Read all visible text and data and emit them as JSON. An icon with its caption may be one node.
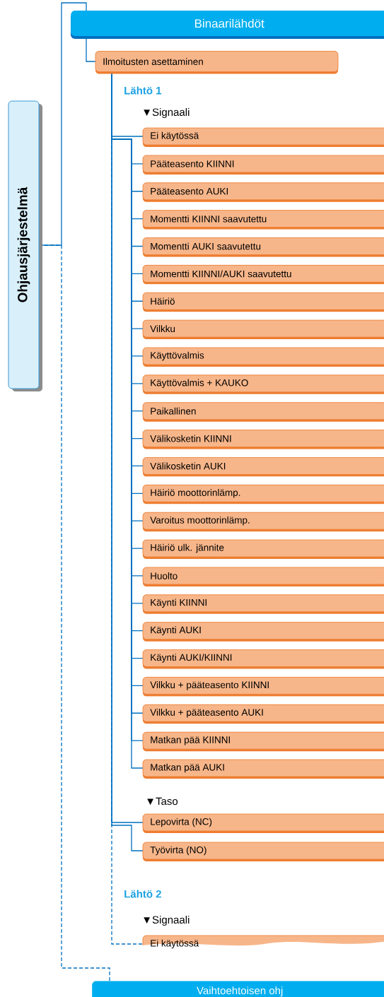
{
  "diagram": {
    "nodes": [
      {
        "text": [
          "Ohjausjärjestelmä"
        ]
      },
      {
        "text": [
          "Binaarilähdöt"
        ]
      },
      {
        "text": [
          "Ilmoitusten asettaminen"
        ]
      },
      {
        "text": [
          "Ei käytössä"
        ]
      },
      {
        "text": [
          "Pääteasento KIINNI"
        ]
      },
      {
        "text": [
          "Pääteasento AUKI"
        ]
      },
      {
        "text": [
          "Momentti KIINNI saavutettu"
        ]
      },
      {
        "text": [
          "Momentti AUKI saavutettu"
        ]
      },
      {
        "text": [
          "Momentti KIINNI/AUKI saavutettu"
        ]
      },
      {
        "text": [
          "Häiriö"
        ]
      },
      {
        "text": [
          "Vilkku"
        ]
      },
      {
        "text": [
          "Käyttövalmis"
        ]
      },
      {
        "text": [
          "Käyttövalmis + KAUKO"
        ]
      },
      {
        "text": [
          "Paikallinen"
        ]
      },
      {
        "text": [
          "Välikosketin KIINNI"
        ]
      },
      {
        "text": [
          "Välikosketin AUKI"
        ]
      },
      {
        "text": [
          "Häiriö moottorinlämp."
        ]
      },
      {
        "text": [
          "Varoitus moottorinlämp."
        ]
      },
      {
        "text": [
          "Häiriö ulk. jännite"
        ]
      },
      {
        "text": [
          "Huolto"
        ]
      },
      {
        "text": [
          "Käynti KIINNI"
        ]
      },
      {
        "text": [
          "Käynti AUKI"
        ]
      },
      {
        "text": [
          "Käynti AUKI/KIINNI"
        ]
      },
      {
        "text": [
          "Vilkku + pääteasento KIINNI"
        ]
      },
      {
        "text": [
          "Vilkku + pääteasento AUKI"
        ]
      },
      {
        "text": [
          "Matkan pää KIINNI"
        ]
      },
      {
        "text": [
          "Matkan pää AUKI"
        ]
      },
      {
        "text": [
          "Lepovirta (NC)"
        ]
      },
      {
        "text": [
          "Työvirta (NO)"
        ]
      },
      {
        "text": [
          "Ei käytössä"
        ]
      },
      {
        "text": [
          "Vaihtoehtoisen ohj"
        ]
      }
    ],
    "edges": [
      {
        "from": 0,
        "to": 1,
        "arrow": "none"
      },
      {
        "from": 0,
        "to": 30,
        "arrow": "none",
        "style": "dashed"
      },
      {
        "from": 1,
        "to": 2,
        "arrow": "none"
      },
      {
        "from": 2,
        "to": 3,
        "arrow": "none"
      },
      {
        "from": 2,
        "to": 4,
        "arrow": "none"
      },
      {
        "from": 2,
        "to": 5,
        "arrow": "none"
      },
      {
        "from": 2,
        "to": 6,
        "arrow": "none"
      },
      {
        "from": 2,
        "to": 7,
        "arrow": "none"
      },
      {
        "from": 2,
        "to": 8,
        "arrow": "none"
      },
      {
        "from": 2,
        "to": 9,
        "arrow": "none"
      },
      {
        "from": 2,
        "to": 10,
        "arrow": "none"
      },
      {
        "from": 2,
        "to": 11,
        "arrow": "none"
      },
      {
        "from": 2,
        "to": 12,
        "arrow": "none"
      },
      {
        "from": 2,
        "to": 13,
        "arrow": "none"
      },
      {
        "from": 2,
        "to": 14,
        "arrow": "none"
      },
      {
        "from": 2,
        "to": 15,
        "arrow": "none"
      },
      {
        "from": 2,
        "to": 16,
        "arrow": "none"
      },
      {
        "from": 2,
        "to": 17,
        "arrow": "none"
      },
      {
        "from": 2,
        "to": 18,
        "arrow": "none"
      },
      {
        "from": 2,
        "to": 19,
        "arrow": "none"
      },
      {
        "from": 2,
        "to": 20,
        "arrow": "none"
      },
      {
        "from": 2,
        "to": 21,
        "arrow": "none"
      },
      {
        "from": 2,
        "to": 22,
        "arrow": "none"
      },
      {
        "from": 2,
        "to": 23,
        "arrow": "none"
      },
      {
        "from": 2,
        "to": 24,
        "arrow": "none"
      },
      {
        "from": 2,
        "to": 25,
        "arrow": "none"
      },
      {
        "from": 2,
        "to": 26,
        "arrow": "none"
      },
      {
        "from": 2,
        "to": 27,
        "arrow": "none"
      },
      {
        "from": 2,
        "to": 28,
        "arrow": "none"
      },
      {
        "from": 2,
        "to": 29,
        "arrow": "none",
        "style": "dashed"
      }
    ],
    "labels": [
      "Lähtö 1",
      "▼Signaali",
      "▼Taso",
      "Lähtö 2",
      "▼Signaali"
    ]
  }
}
